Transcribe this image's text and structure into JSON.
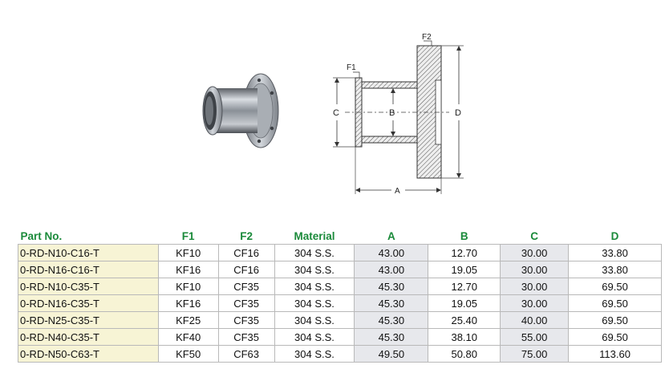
{
  "drawing": {
    "label_f1": "F1",
    "label_f2": "F2",
    "label_a": "A",
    "label_b": "B",
    "label_c": "C",
    "label_d": "D"
  },
  "table": {
    "headers": [
      "Part No.",
      "F1",
      "F2",
      "Material",
      "A",
      "B",
      "C",
      "D"
    ],
    "rows": [
      [
        "0-RD-N10-C16-T",
        "KF10",
        "CF16",
        "304 S.S.",
        "43.00",
        "12.70",
        "30.00",
        "33.80"
      ],
      [
        "0-RD-N16-C16-T",
        "KF16",
        "CF16",
        "304 S.S.",
        "43.00",
        "19.05",
        "30.00",
        "33.80"
      ],
      [
        "0-RD-N10-C35-T",
        "KF10",
        "CF35",
        "304 S.S.",
        "45.30",
        "12.70",
        "30.00",
        "69.50"
      ],
      [
        "0-RD-N16-C35-T",
        "KF16",
        "CF35",
        "304 S.S.",
        "45.30",
        "19.05",
        "30.00",
        "69.50"
      ],
      [
        "0-RD-N25-C35-T",
        "KF25",
        "CF35",
        "304 S.S.",
        "45.30",
        "25.40",
        "40.00",
        "69.50"
      ],
      [
        "0-RD-N40-C35-T",
        "KF40",
        "CF35",
        "304 S.S.",
        "45.30",
        "38.10",
        "55.00",
        "69.50"
      ],
      [
        "0-RD-N50-C63-T",
        "KF50",
        "CF63",
        "304 S.S.",
        "49.50",
        "50.80",
        "75.00",
        "113.60"
      ]
    ]
  }
}
